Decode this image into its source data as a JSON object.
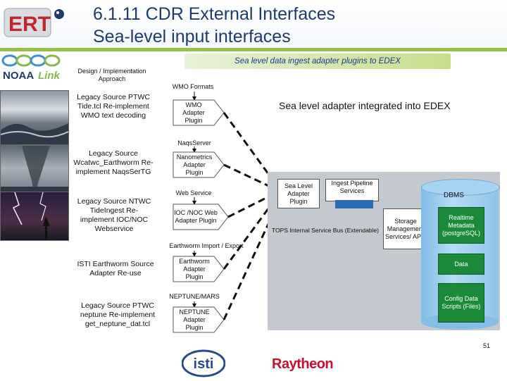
{
  "title": {
    "line1": "6.1.11 CDR External Interfaces",
    "line2": "Sea-level input interfaces"
  },
  "logos": {
    "ert": "ERT",
    "noaa": "NOAA",
    "noaa_link": "Link",
    "isti": "isti",
    "raytheon": "Raytheon"
  },
  "subtitle": "Sea level data ingest adapter plugins to EDEX",
  "left": {
    "heading": "Design / Implementation Approach",
    "sources": [
      "Legacy Source PTWC Tide.tcl Re-implement WMO text decoding",
      "Legacy Source Wcatwc_Earthworm Re-implement NaqsSerTG",
      "Legacy Source NTWC TideIngest Re-implement IOC/NOC Webservice",
      "ISTI Earthworm Source Adapter Re-use",
      "Legacy Source PTWC neptune Re-implement get_neptune_dat.tcl"
    ]
  },
  "middle": {
    "labels": [
      "WMO Formats",
      "NaqsServer",
      "Web Service",
      "Earthworm Import / Export",
      "NEPTUNE/MARS"
    ],
    "plugins": [
      "WMO Adapter Plugin",
      "Nanometrics Adapter Plugin",
      "IOC /NOC Web Adapter Plugin",
      "Earthworm Adapter Plugin",
      "NEPTUNE Adapter Plugin"
    ]
  },
  "right": {
    "heading": "Sea level adapter integrated into EDEX",
    "sea_level_plugin": "Sea Level Adapter Plugin",
    "ingest_pipeline": "Ingest Pipeline Services",
    "bus": "TOPS Internal Service Bus (Extendable)",
    "storage": "Storage Management Services/ APIs",
    "dbms": "DBMS",
    "realtime": "Realtime Metadata (postgreSQL)",
    "data": "Data",
    "config": "Config Data Scripts (Files)"
  },
  "page_number": "51",
  "colors": {
    "title": "#1f3a6e",
    "subtitle_text": "#1a3a8c",
    "green_line": "#98c048",
    "panel": "#c4c9cf",
    "db_green": "#1b8a3a",
    "raytheon": "#c8102e"
  }
}
